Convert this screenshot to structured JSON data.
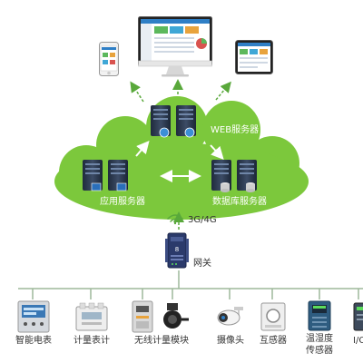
{
  "cloud": {
    "web_server_label": "WEB服务器",
    "app_server_label": "应用服务器",
    "db_server_label": "数据库服务器"
  },
  "network": {
    "signal_label": "3G/4G",
    "gateway_label": "网关"
  },
  "devices": [
    {
      "icon": "smart-meter-icon",
      "label": "智能电表"
    },
    {
      "icon": "metering-meter-icon",
      "label": "计量表计"
    },
    {
      "icon": "wireless-meter-module-icon",
      "label": "无线计量模块"
    },
    {
      "icon": "camera-icon",
      "label": "摄像头"
    },
    {
      "icon": "transformer-icon",
      "label": "互感器"
    },
    {
      "icon": "temp-humidity-sensor-icon",
      "label": "温湿度",
      "label2": "传感器"
    },
    {
      "icon": "io-module-icon",
      "label": "I/O"
    }
  ],
  "colors": {
    "cloud": "#7cc83c",
    "arrow_green": "#59a83b",
    "bus_line": "#9db89a",
    "server": "#25334a"
  }
}
